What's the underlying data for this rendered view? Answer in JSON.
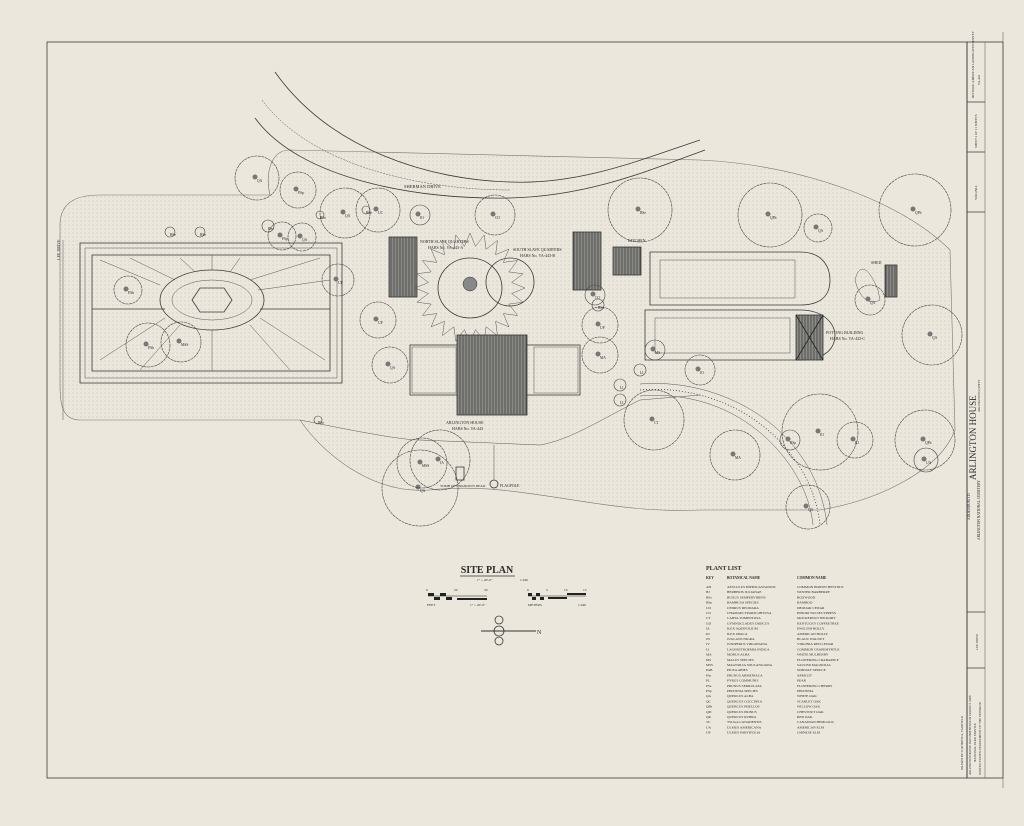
{
  "sheet": {
    "title": "SITE PLAN",
    "scale_text": "1\" = 20'-0\"",
    "scale_ratio": "1:240",
    "feet_scale": {
      "label": "FEET",
      "ticks": [
        "0",
        "20",
        "50"
      ],
      "note": "1\" = 20'-0\""
    },
    "meter_scale": {
      "label": "METERS",
      "ticks": [
        "0",
        "5",
        "10",
        "15"
      ],
      "note": "1:240"
    },
    "north_label": "N"
  },
  "labels": {
    "sherman_drive": "SHERMAN DRIVE",
    "lee_drive": "LEE DRIVE",
    "north_slave_quarters": "NORTH SLAVE QUARTERS",
    "north_slave_quarters_habs": "HABS No. VA-443-A",
    "south_slave_quarters": "SOUTH SLAVE QUARTERS",
    "south_slave_quarters_habs": "HABS No. VA-443-B",
    "kitchen": "KITCHEN",
    "arlington_house": "ARLINGTON HOUSE",
    "arlington_house_habs": "HABS No. VA-443",
    "potting_building": "POTTING BUILDING",
    "potting_building_habs": "HABS No. VA-443-C",
    "shed": "SHED",
    "tomb": "TOMB OF UNKNOWN DEAD",
    "flagpole": "FLAGPOLE"
  },
  "trees": [
    "QA",
    "BSe",
    "UC",
    "QA",
    "BSe",
    "BSe",
    "BSe",
    "PSp",
    "QA",
    "IO",
    "CO",
    "PSp",
    "UP",
    "UP",
    "QA",
    "PAb",
    "MSS",
    "PAb",
    "BSe",
    "BSe",
    "QA",
    "IA",
    "BSe",
    "UP",
    "QPh",
    "QPh",
    "QA",
    "IO",
    "QA",
    "BJ",
    "MA",
    "LI",
    "LI",
    "LI",
    "MS",
    "CO",
    "MSS",
    "QA",
    "MA",
    "BSp",
    "CT",
    "QPh",
    "UA",
    "QA",
    "IO",
    "BSe"
  ],
  "plant_list": {
    "title": "PLANT LIST",
    "headers": [
      "KEY",
      "BOTANICAL NAME",
      "COMMON NAME"
    ],
    "rows": [
      [
        "AH",
        "AESCULUS HIPPOCASTANUM",
        "COMMON HORSECHESTNUT"
      ],
      [
        "BJ",
        "BERBERIS JULIANAE",
        "WINTER BARBERRY"
      ],
      [
        "BSe",
        "BUXUS SEMPERVIRENS",
        "BOXWOOD"
      ],
      [
        "BSp",
        "BAMBUSA SPECIES",
        "BAMBOO"
      ],
      [
        "CD",
        "CEDRUS DEODARA",
        "DEODAR CEDAR"
      ],
      [
        "CO",
        "CHAMAECYPARIS OBTUSA",
        "HINOKI FALSECYPRESS"
      ],
      [
        "CT",
        "CARYA TOMENTOSA",
        "MOCKERNUT HICKORY"
      ],
      [
        "GD",
        "GYMNOCLADUS DIOICUS",
        "KENTUCKY COFFEETREE"
      ],
      [
        "IA",
        "ILEX AQUIFOLIUM",
        "ENGLISH HOLLY"
      ],
      [
        "IO",
        "ILEX OPACA",
        "AMERICAN HOLLY"
      ],
      [
        "JN",
        "JUGLANS NIGRA",
        "BLACK WALNUT"
      ],
      [
        "JV",
        "JUNIPERUS VIRGINIANA",
        "VIRGINIA RED CEDAR"
      ],
      [
        "LI",
        "LAGERSTROEMIA INDICA",
        "COMMON CRAPEMYRTLE"
      ],
      [
        "MA",
        "MORUS ALBA",
        "WHITE MULBERRY"
      ],
      [
        "MS",
        "MALUS SPECIES",
        "FLOWERING CRABAPPLE"
      ],
      [
        "MSS",
        "MAGNOLIA SOULANGIANA",
        "SAUCER MAGNOLIA"
      ],
      [
        "PAB",
        "PICEA ABIES",
        "NORWAY SPRUCE"
      ],
      [
        "PAr",
        "PRUNUS ARMENIACA",
        "APRICOT"
      ],
      [
        "PL",
        "PYRUS COMMUNIS",
        "PEAR"
      ],
      [
        "PSe",
        "PRUNUS SERRULATA",
        "FLOWERING CHERRY"
      ],
      [
        "PSp",
        "PHOTINIA SPECIES",
        "PHOTINIA"
      ],
      [
        "QA",
        "QUERCUS ALBA",
        "WHITE OAK"
      ],
      [
        "QC",
        "QUERCUS COCCINEA",
        "SCARLET OAK"
      ],
      [
        "QPh",
        "QUERCUS PHELLOS",
        "WILLOW OAK"
      ],
      [
        "QPr",
        "QUERCUS PRINUS",
        "CHESTNUT OAK"
      ],
      [
        "QR",
        "QUERCUS RUBRA",
        "RED OAK"
      ],
      [
        "TC",
        "TSUGA CANADENSIS",
        "CANADIAN HEMLOCK"
      ],
      [
        "UA",
        "ULMUS AMERICANA",
        "AMERICAN ELM"
      ],
      [
        "UP",
        "ULMUS PARVIFOLIA",
        "CHINESE ELM"
      ]
    ]
  },
  "title_block": {
    "survey": "HISTORIC AMERICAN LANDSCAPES SURVEY",
    "survey_no": "VA-443",
    "sheet_no": "SHEET 2 OF 11 SHEETS",
    "state": "VIRGINIA",
    "county": "ARLINGTON COUNTY",
    "addendum": "ADDENDUM TO",
    "name": "ARLINGTON HOUSE",
    "location": "ARLINGTON NATIONAL CEMETERY",
    "road": "LEE DRIVE",
    "drawn_by": "DRAWN BY: KATHRYN A. FAIRFIELD",
    "agency1": "ARLINGTON HOUSE DOCUMENTATION PROJECT 2008",
    "agency2": "NATIONAL PARK SERVICE",
    "agency3": "UNITED STATES DEPARTMENT OF THE INTERIOR"
  }
}
